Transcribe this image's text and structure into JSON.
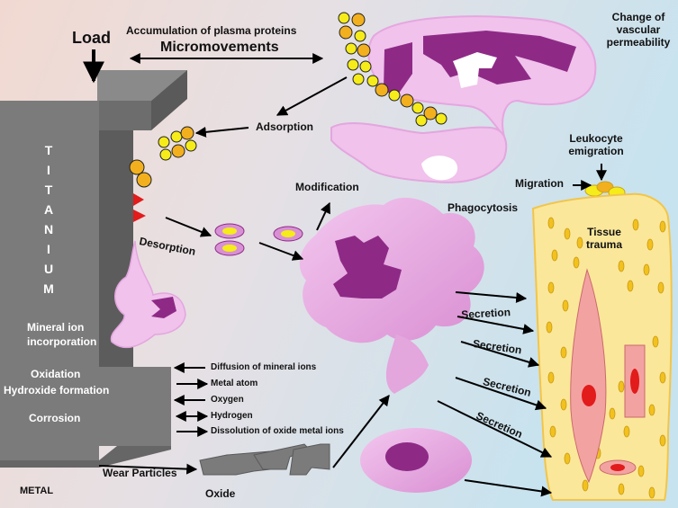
{
  "colors": {
    "background_left": "#f1d8d0",
    "background_right": "#c7e3ef",
    "metal": "#7a7a7a",
    "metal_dark": "#555555",
    "cell": "#e9a6e2",
    "nucleus": "#8e2a86",
    "protein": "#f2b01e",
    "tissue": "#fbe79a",
    "arrow": "#000000"
  },
  "labels": {
    "load": "Load",
    "plasma_proteins": "Accumulation of plasma proteins",
    "micromovements": "Micromovements",
    "vascular_permeability": [
      "Change of",
      "vascular",
      "permeability"
    ],
    "adsorption": "Adsorption",
    "leukocyte_emigration": [
      "Leukocyte",
      "emigration"
    ],
    "migration": "Migration",
    "modification": "Modification",
    "phagocytosis": "Phagocytosis",
    "desorption": "Desorption",
    "tissue_trauma": [
      "Tissue",
      "trauma"
    ],
    "titanium_letters": [
      "T",
      "I",
      "T",
      "A",
      "N",
      "I",
      "U",
      "M"
    ],
    "mineral_ion": [
      "Mineral ion",
      "incorporation"
    ],
    "oxidation": "Oxidation",
    "hydroxide": "Hydroxide formation",
    "corrosion": "Corrosion",
    "metal": "METAL",
    "wear_particles": "Wear Particles",
    "oxide": "Oxide",
    "secretion": [
      "Secretion",
      "Secretion",
      "Secretion",
      "Secretion"
    ],
    "processes": [
      "Diffusion of mineral ions",
      "Metal atom",
      "Oxygen",
      "Hydrogen",
      "Dissolution of oxide metal ions"
    ]
  }
}
